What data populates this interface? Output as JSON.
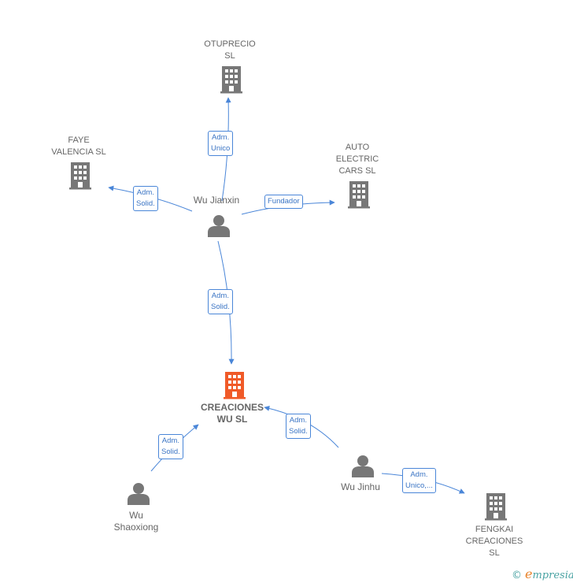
{
  "nodes": {
    "otuprecio": {
      "lines": [
        "OTUPRECIO",
        "SL"
      ]
    },
    "faye": {
      "lines": [
        "FAYE",
        "VALENCIA  SL"
      ]
    },
    "auto": {
      "lines": [
        "AUTO",
        "ELECTRIC",
        "CARS  SL"
      ]
    },
    "creaciones": {
      "lines": [
        "CREACIONES",
        "WU  SL"
      ]
    },
    "fengkai": {
      "lines": [
        "FENGKAI",
        "CREACIONES",
        "SL"
      ]
    }
  },
  "people": {
    "jianxin": {
      "lines": [
        "Wu Jianxin"
      ]
    },
    "shaoxiong": {
      "lines": [
        "Wu",
        "Shaoxiong"
      ]
    },
    "jinhu": {
      "lines": [
        "Wu Jinhu"
      ]
    }
  },
  "edges": {
    "e1": {
      "lines": [
        "Adm.",
        "Unico"
      ]
    },
    "e2": {
      "lines": [
        "Adm.",
        "Solid."
      ]
    },
    "e3": {
      "lines": [
        "Fundador"
      ]
    },
    "e4": {
      "lines": [
        "Adm.",
        "Solid."
      ]
    },
    "e5": {
      "lines": [
        "Adm.",
        "Solid."
      ]
    },
    "e6": {
      "lines": [
        "Adm.",
        "Solid."
      ]
    },
    "e7": {
      "lines": [
        "Adm.",
        "Unico,..."
      ]
    }
  },
  "brand": {
    "copyright": "©",
    "initial": "e",
    "rest": "mpresia"
  },
  "colors": {
    "edge": "#4a86d8",
    "building": "#777777",
    "main_building": "#f05a28",
    "person": "#777777"
  }
}
